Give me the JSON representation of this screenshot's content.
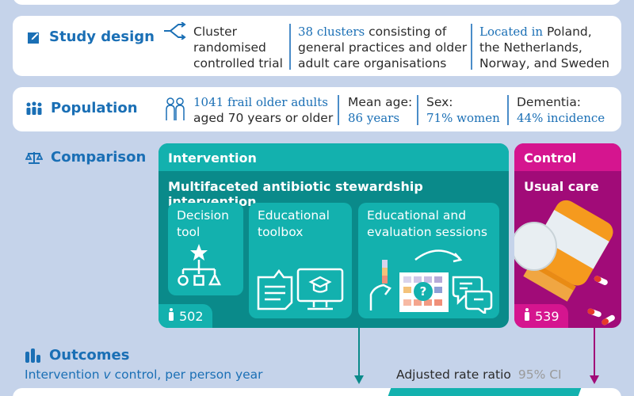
{
  "study_design": {
    "label": "Study design",
    "icon": "edit-icon",
    "col1": [
      "Cluster",
      "randomised",
      "controlled trial"
    ],
    "col2_highlight": "38 clusters",
    "col2_rest": " consisting of",
    "col2_lines": [
      "general practices and older",
      "adult care organisations"
    ],
    "col3_highlight": "Located in",
    "col3_rest": " Poland,",
    "col3_lines": [
      "the Netherlands,",
      "Norway, and Sweden"
    ]
  },
  "population": {
    "label": "Population",
    "icon": "people-icon",
    "main_highlight": "1041 frail older adults",
    "main_rest": "aged 70 years or older",
    "mean_age_label": "Mean age:",
    "mean_age_value": "86 years",
    "sex_label": "Sex:",
    "sex_value": "71% women",
    "dementia_label": "Dementia:",
    "dementia_value": "44% incidence"
  },
  "comparison": {
    "label": "Comparison",
    "icon": "scales-icon",
    "intervention": {
      "title": "Intervention",
      "subtitle": "Multifaceted antibiotic stewardship intervention",
      "components": [
        {
          "label_line1": "Decision",
          "label_line2": "tool",
          "icon": "decision-tree-icon"
        },
        {
          "label_line1": "Educational",
          "label_line2": "toolbox",
          "icon": "toolbox-icon"
        },
        {
          "label_line1": "Educational and",
          "label_line2": "evaluation sessions",
          "icon": "sessions-icon"
        }
      ],
      "count": "502",
      "color": "#13b1ae"
    },
    "control": {
      "title": "Control",
      "subtitle": "Usual care",
      "count": "539",
      "color": "#d5158f"
    }
  },
  "outcomes": {
    "label": "Outcomes",
    "icon": "bar-chart-icon",
    "subtitle_pre": "Intervention ",
    "subtitle_v": "v",
    "subtitle_post": " control, per person year",
    "column_header": "Adjusted rate ratio",
    "ci_header": "95% CI"
  }
}
